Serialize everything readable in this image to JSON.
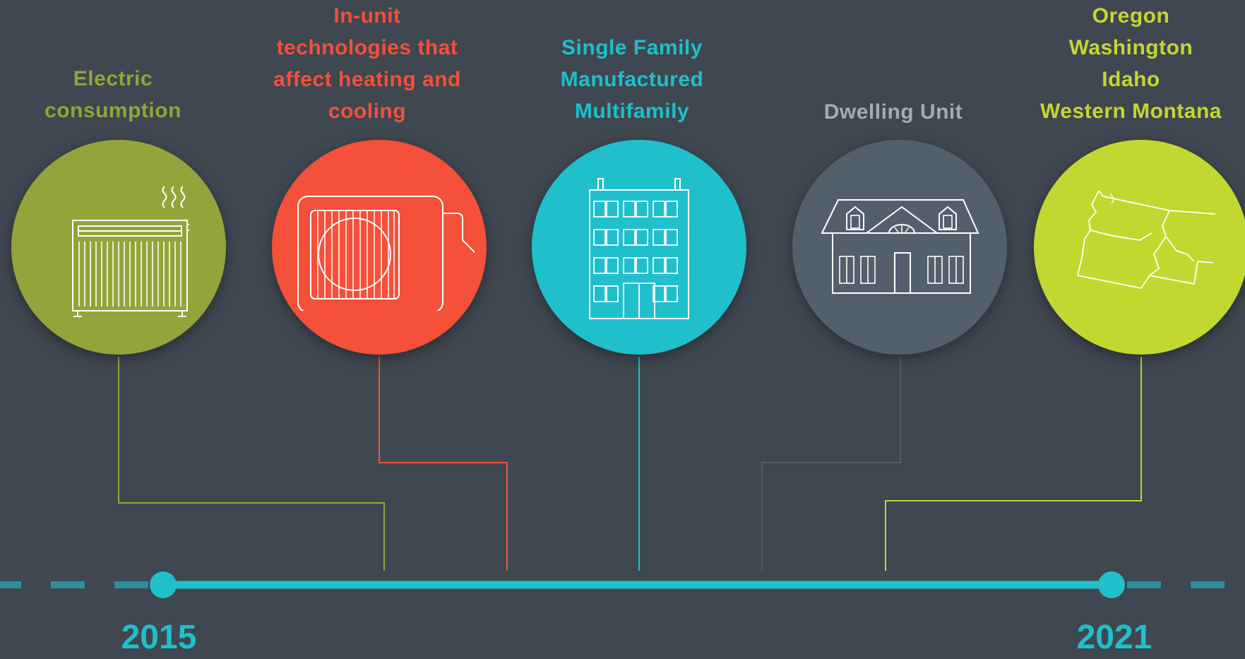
{
  "colors": {
    "background": "#3f4750",
    "olive": "#93a43a",
    "red": "#f4503a",
    "teal": "#1fbfcb",
    "slate": "#545f6c",
    "lime": "#c2d830",
    "gray_text": "#a5abb2"
  },
  "items": [
    {
      "id": "electric",
      "lines": [
        "Electric",
        "consumption"
      ],
      "icon": "radiator-icon"
    },
    {
      "id": "inunit",
      "lines": [
        "In-unit",
        "technologies that",
        "affect heating and",
        "cooling"
      ],
      "icon": "ac-unit-icon"
    },
    {
      "id": "types",
      "lines": [
        "Single Family",
        "Manufactured",
        "Multifamily"
      ],
      "icon": "apartment-building-icon"
    },
    {
      "id": "dwelling",
      "lines": [
        "Dwelling Unit"
      ],
      "icon": "house-icon"
    },
    {
      "id": "states",
      "lines": [
        "Oregon",
        "Washington",
        "Idaho",
        "Western Montana"
      ],
      "icon": "northwest-map-icon"
    }
  ],
  "timeline": {
    "start_year": "2015",
    "end_year": "2021"
  }
}
